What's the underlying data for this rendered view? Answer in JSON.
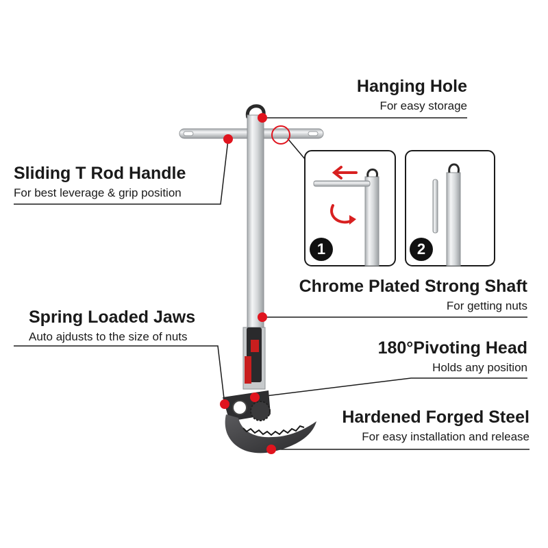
{
  "callouts": {
    "hanging_hole": {
      "title": "Hanging Hole",
      "subtitle": "For easy storage"
    },
    "t_rod_handle": {
      "title": "Sliding T Rod Handle",
      "subtitle": "For best leverage & grip position"
    },
    "shaft": {
      "title": "Chrome Plated Strong Shaft",
      "subtitle": "For getting nuts"
    },
    "jaws": {
      "title": "Spring Loaded Jaws",
      "subtitle": "Auto ajdusts to the size of nuts"
    },
    "pivot_head": {
      "title": "180°Pivoting Head",
      "subtitle": "Holds any position"
    },
    "forged_steel": {
      "title": "Hardened Forged Steel",
      "subtitle": "For easy installation and release"
    }
  },
  "insets": [
    {
      "number": "1"
    },
    {
      "number": "2"
    }
  ],
  "colors": {
    "marker_red": "#e0141e",
    "arrow_red": "#d82020",
    "line": "#1a1a1a",
    "steel": "#cfd2d4",
    "jaw_dark": "#3a3a3c"
  }
}
